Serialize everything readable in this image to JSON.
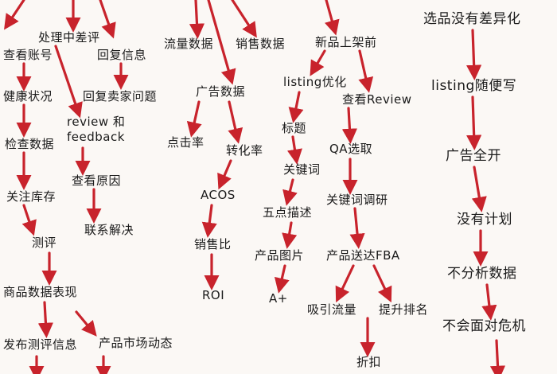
{
  "diagram": {
    "accent_color": "#c8232c",
    "nodes": {
      "chakanzhanghao": "查看账号",
      "chulizhongcha": "处理中差评",
      "huifuxinxi": "回复信息",
      "jiankangzhuangkuang": "健康状况",
      "huifumaijia": "回复卖家问题",
      "review_feedback": "review 和\nfeedback",
      "jianchashuju": "检查数据",
      "chakanyuanyin": "查看原因",
      "guanzhukucun": "关注库存",
      "lianxijiejue": "联系解决",
      "ceping": "测评",
      "shangpinshuju": "商品数据表现",
      "fabuceping": "发布测评信息",
      "chanpinshichang": "产品市场动态",
      "liuliangshuju": "流量数据",
      "xiaoshoushuju": "销售数据",
      "guanggaoshuju": "广告数据",
      "dianjilv": "点击率",
      "zhuanhualv": "转化率",
      "acos": "ACOS",
      "xiaoshoubi": "销售比",
      "roi": "ROI",
      "xinpin": "新品上架前",
      "listing_youhua": "listing优化",
      "chakanreview": "查看Review",
      "biaoti": "标题",
      "qaxuanqu": "QA选取",
      "guanjianci": "关键词",
      "guanjianci_diaoyan": "关键词调研",
      "wudian": "五点描述",
      "chanpintupian": "产品图片",
      "chanpinsongda": "产品送达FBA",
      "aplus": "A+",
      "xiyinliuliang": "吸引流量",
      "tishengpaiming": "提升排名",
      "zhekou": "折扣",
      "xuanpin": "选品没有差异化",
      "listing_suibian": "listing随便写",
      "guanggaoquankai": "广告全开",
      "meiyoujihua": "没有计划",
      "bufenxi": "不分析数据",
      "buhuimiandui": "不会面对危机"
    }
  }
}
